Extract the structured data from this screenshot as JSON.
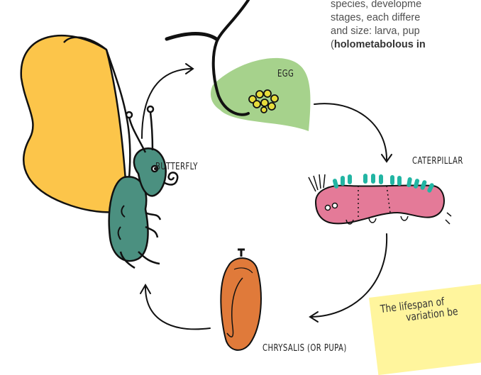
{
  "paragraph": {
    "line1": "species, developme",
    "line2": "stages, each differe",
    "line3": "and size: larva, pup",
    "line4_prefix": "(",
    "line4_bold": "holometabolous in"
  },
  "labels": {
    "egg": "EGG",
    "caterpillar": "CATERPILLAR",
    "butterfly": "BUTTERFLY",
    "chrysalis": "CHRYSALIS (OR PUPA)"
  },
  "note": {
    "line1": "The lifespan of",
    "line2": "variation be"
  },
  "colors": {
    "butterfly_wing": "#fcc54a",
    "butterfly_body": "#4b9080",
    "leaf": "#a6d28c",
    "eggs": "#e6dc3c",
    "caterpillar_body": "#e47a98",
    "caterpillar_spikes": "#22b5a3",
    "chrysalis": "#e07a3a",
    "note_bg": "#fff59d"
  }
}
